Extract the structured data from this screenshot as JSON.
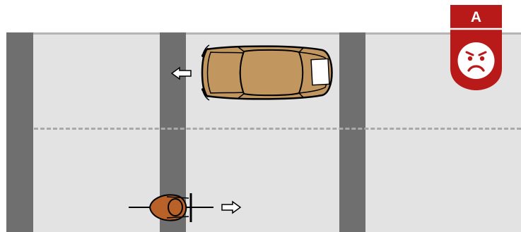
{
  "scene": {
    "car": {
      "heading": "left",
      "color": "#c1975f"
    },
    "cyclist": {
      "heading": "right",
      "color": "#b8622a"
    },
    "car_arrow_icon": "arrow-left-icon",
    "cyclist_arrow_icon": "arrow-right-icon"
  },
  "badge": {
    "letter": "A",
    "face_icon": "angry-face-icon",
    "color": "#b81a1a"
  }
}
